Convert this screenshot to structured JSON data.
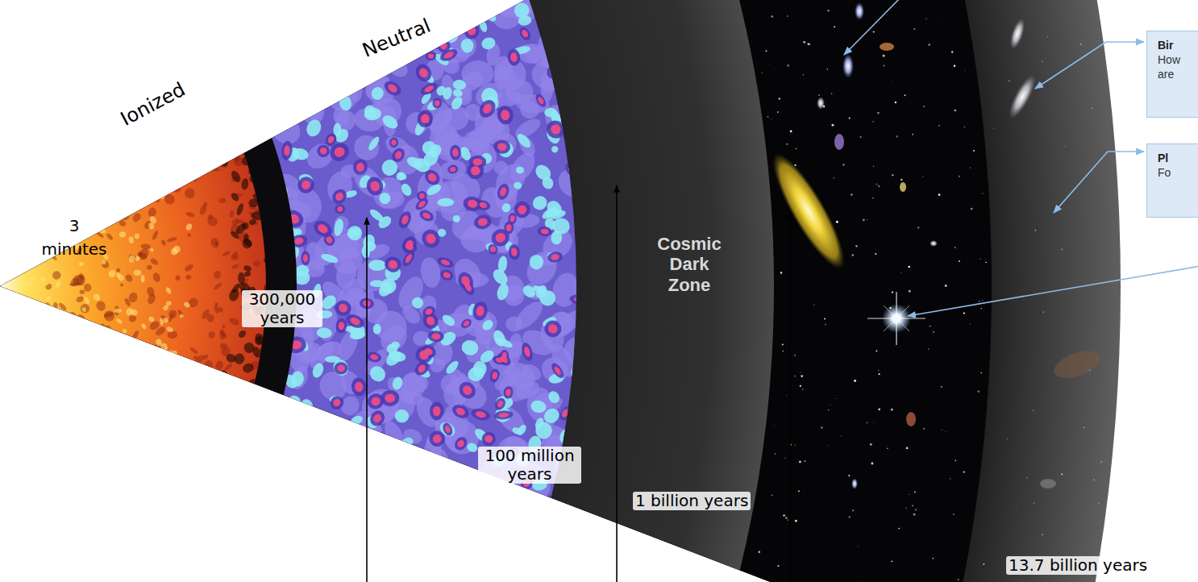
{
  "diagram": {
    "nodes": [
      {
        "text": [
          "Bir",
          "How are"
        ]
      },
      {
        "text": [
          "Pl",
          "Fo"
        ]
      }
    ],
    "labels": [
      "Ionized",
      "Neutral",
      "3 minutes",
      "Cosmic Dark Zone",
      "300,000 years",
      "100 million years",
      "1 billion years",
      "13.7 billion years"
    ]
  }
}
